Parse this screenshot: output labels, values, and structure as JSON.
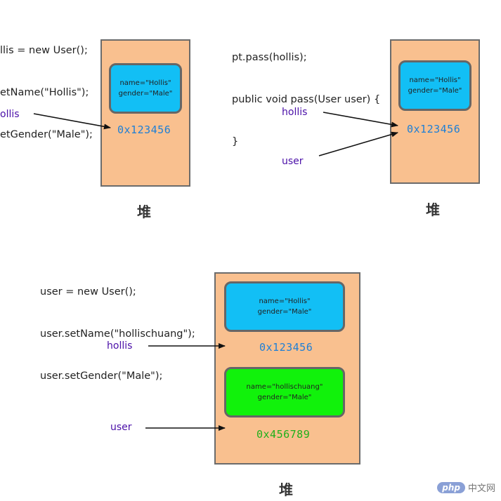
{
  "panel1": {
    "code": [
      "llis = new User();",
      "etName(\"Hollis\");",
      "etGender(\"Male\");"
    ],
    "object": {
      "name": "name=\"Hollis\"",
      "gender": "gender=\"Male\""
    },
    "address": "0x123456",
    "var_label": "ollis",
    "heap_label": "堆"
  },
  "panel2": {
    "code": [
      "pt.pass(hollis);",
      "public void pass(User user) {",
      "}"
    ],
    "object": {
      "name": "name=\"Hollis\"",
      "gender": "gender=\"Male\""
    },
    "address": "0x123456",
    "var1_label": "hollis",
    "var2_label": "user",
    "heap_label": "堆"
  },
  "panel3": {
    "code": [
      "user = new User();",
      "user.setName(\"hollischuang\");",
      "user.setGender(\"Male\");"
    ],
    "object1": {
      "name": "name=\"Hollis\"",
      "gender": "gender=\"Male\""
    },
    "address1": "0x123456",
    "object2": {
      "name": "name=\"hollischuang\"",
      "gender": "gender=\"Male\""
    },
    "address2": "0x456789",
    "var1_label": "hollis",
    "var2_label": "user",
    "heap_label": "堆"
  },
  "watermark": {
    "badge": "php",
    "text": "中文网"
  },
  "colors": {
    "heap": "#f9c08f",
    "object_blue": "#12bff5",
    "object_green": "#11f20b",
    "address_blue": "#1e7fd6",
    "address_green": "#1fb01a",
    "variable": "#4a0fa8",
    "arrow": "#111111"
  }
}
